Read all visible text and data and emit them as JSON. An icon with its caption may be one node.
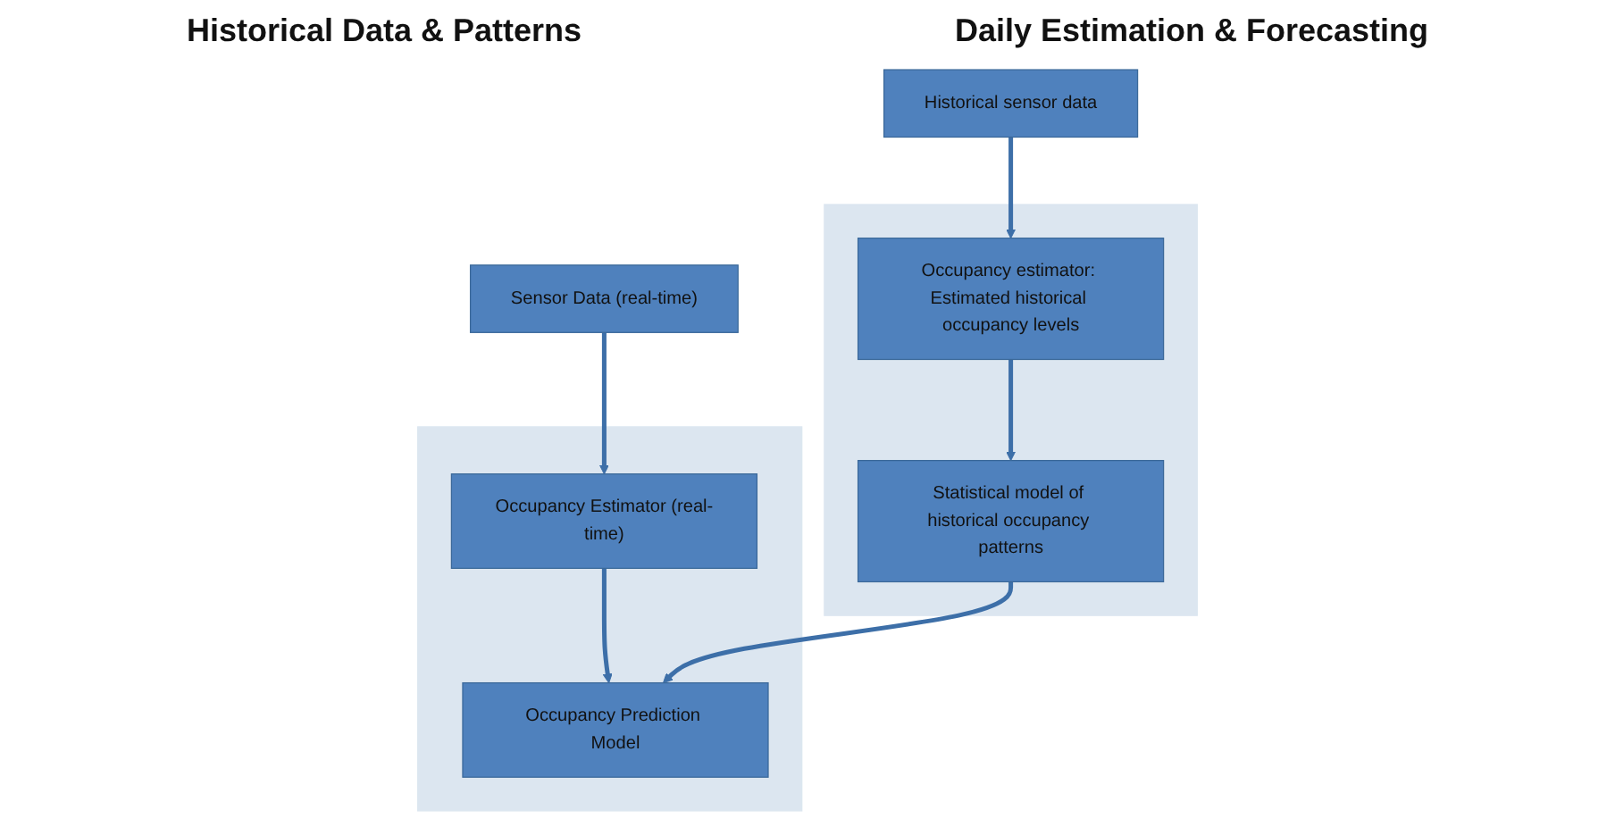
{
  "diagram": {
    "nodes": [
      {
        "text": [
          "Historical sensor data"
        ]
      },
      {
        "text": [],
        "shape": "box"
      },
      {
        "text": [
          "Occupancy estimator: Estimated historical occupancy levels"
        ],
        "in": 1
      },
      {
        "text": [
          "Statistical model of historical occupancy patterns"
        ],
        "in": 1
      },
      {
        "text": [
          "Sensor Data (real-time)"
        ]
      },
      {
        "text": [],
        "shape": "box"
      },
      {
        "text": [
          "Occupancy Estimator (real-time)"
        ],
        "in": 5
      },
      {
        "text": [
          "Occupancy Prediction Model"
        ],
        "in": 5
      }
    ],
    "edges": [
      {
        "from": 0,
        "to": 2,
        "arrow": "to"
      },
      {
        "from": 2,
        "to": 3,
        "arrow": "to"
      },
      {
        "from": 4,
        "to": 6,
        "arrow": "to"
      },
      {
        "from": 6,
        "to": 7,
        "arrow": "to"
      },
      {
        "from": 3,
        "to": 7,
        "arrow": "to"
      }
    ],
    "labels": [
      "Historical Data & Patterns",
      "Daily Estimation & Forecasting"
    ]
  }
}
